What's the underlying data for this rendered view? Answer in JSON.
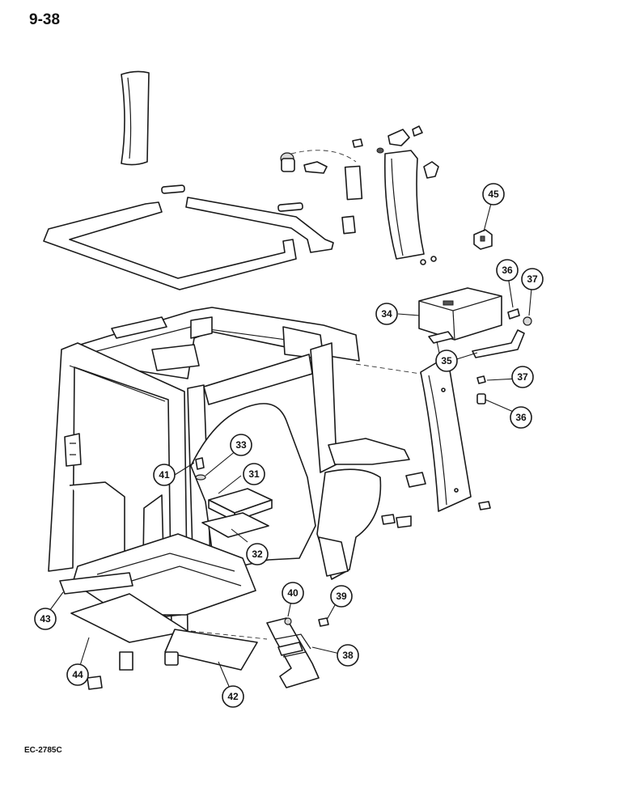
{
  "header": {
    "page_number": "9-38"
  },
  "footer": {
    "drawing_code": "EC-2785C"
  },
  "callouts": [
    {
      "id": "31",
      "label": "31"
    },
    {
      "id": "32",
      "label": "32"
    },
    {
      "id": "33",
      "label": "33"
    },
    {
      "id": "34",
      "label": "34"
    },
    {
      "id": "35",
      "label": "35"
    },
    {
      "id": "36a",
      "label": "36"
    },
    {
      "id": "36b",
      "label": "36"
    },
    {
      "id": "37a",
      "label": "37"
    },
    {
      "id": "37b",
      "label": "37"
    },
    {
      "id": "38",
      "label": "38"
    },
    {
      "id": "39",
      "label": "39"
    },
    {
      "id": "40",
      "label": "40"
    },
    {
      "id": "41",
      "label": "41"
    },
    {
      "id": "42",
      "label": "42"
    },
    {
      "id": "43",
      "label": "43"
    },
    {
      "id": "44",
      "label": "44"
    },
    {
      "id": "45",
      "label": "45"
    }
  ]
}
